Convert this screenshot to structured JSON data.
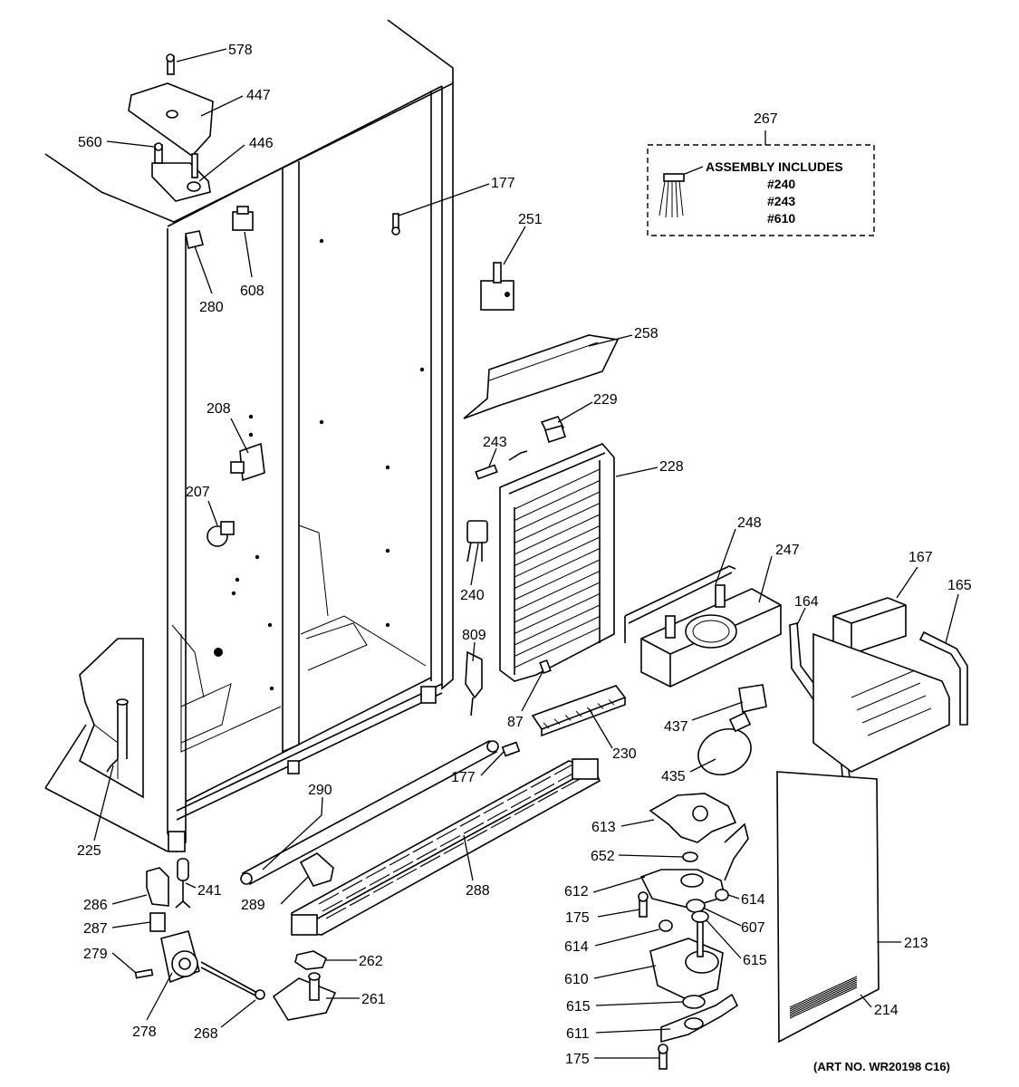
{
  "diagram": {
    "assembly_box": {
      "ref": "267",
      "title": "ASSEMBLY INCLUDES",
      "items": [
        "#240",
        "#243",
        "#610"
      ]
    },
    "art_number": "(ART NO. WR20198 C16)",
    "callouts": [
      {
        "id": "c578",
        "text": "578"
      },
      {
        "id": "c447",
        "text": "447"
      },
      {
        "id": "c560",
        "text": "560"
      },
      {
        "id": "c446",
        "text": "446"
      },
      {
        "id": "c177a",
        "text": "177"
      },
      {
        "id": "c251",
        "text": "251"
      },
      {
        "id": "c608",
        "text": "608"
      },
      {
        "id": "c280",
        "text": "280"
      },
      {
        "id": "c258",
        "text": "258"
      },
      {
        "id": "c229",
        "text": "229"
      },
      {
        "id": "c243",
        "text": "243"
      },
      {
        "id": "c228",
        "text": "228"
      },
      {
        "id": "c208",
        "text": "208"
      },
      {
        "id": "c207",
        "text": "207"
      },
      {
        "id": "c248",
        "text": "248"
      },
      {
        "id": "c247",
        "text": "247"
      },
      {
        "id": "c167",
        "text": "167"
      },
      {
        "id": "c165",
        "text": "165"
      },
      {
        "id": "c164",
        "text": "164"
      },
      {
        "id": "c240",
        "text": "240"
      },
      {
        "id": "c809",
        "text": "809"
      },
      {
        "id": "c87",
        "text": "87"
      },
      {
        "id": "c437",
        "text": "437"
      },
      {
        "id": "c230",
        "text": "230"
      },
      {
        "id": "c177b",
        "text": "177"
      },
      {
        "id": "c435",
        "text": "435"
      },
      {
        "id": "c290",
        "text": "290"
      },
      {
        "id": "c225",
        "text": "225"
      },
      {
        "id": "c613",
        "text": "613"
      },
      {
        "id": "c652",
        "text": "652"
      },
      {
        "id": "c241",
        "text": "241"
      },
      {
        "id": "c288",
        "text": "288"
      },
      {
        "id": "c612",
        "text": "612"
      },
      {
        "id": "c614a",
        "text": "614"
      },
      {
        "id": "c286",
        "text": "286"
      },
      {
        "id": "c289",
        "text": "289"
      },
      {
        "id": "c175a",
        "text": "175"
      },
      {
        "id": "c607",
        "text": "607"
      },
      {
        "id": "c287",
        "text": "287"
      },
      {
        "id": "c614b",
        "text": "614"
      },
      {
        "id": "c213",
        "text": "213"
      },
      {
        "id": "c279",
        "text": "279"
      },
      {
        "id": "c262",
        "text": "262"
      },
      {
        "id": "c615a",
        "text": "615"
      },
      {
        "id": "c610",
        "text": "610"
      },
      {
        "id": "c261",
        "text": "261"
      },
      {
        "id": "c615b",
        "text": "615"
      },
      {
        "id": "c214",
        "text": "214"
      },
      {
        "id": "c278",
        "text": "278"
      },
      {
        "id": "c268",
        "text": "268"
      },
      {
        "id": "c611",
        "text": "611"
      },
      {
        "id": "c175b",
        "text": "175"
      }
    ]
  }
}
